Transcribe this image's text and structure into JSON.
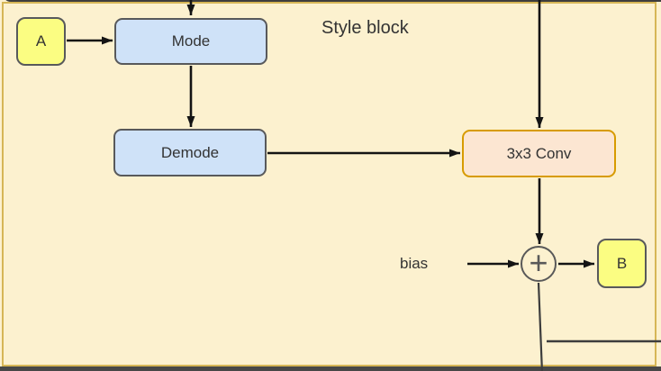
{
  "diagram": {
    "title": "Style block",
    "bias_label": "bias",
    "sum_symbol": "+",
    "nodes": {
      "a": "A",
      "mode": "Mode",
      "demode": "Demode",
      "conv": "3x3 Conv",
      "b": "B"
    },
    "colors": {
      "block_fill": "#FCF1CF",
      "block_border": "#D6B656",
      "blue_node_fill": "#CFE2F8",
      "peach_node_fill": "#FCE6D2",
      "peach_node_border": "#D79B00",
      "yellow_node_fill": "#FBFD82",
      "node_border": "#58595B",
      "arrow_color": "#141414",
      "cropped_line_color": "#3D3D3D"
    }
  }
}
